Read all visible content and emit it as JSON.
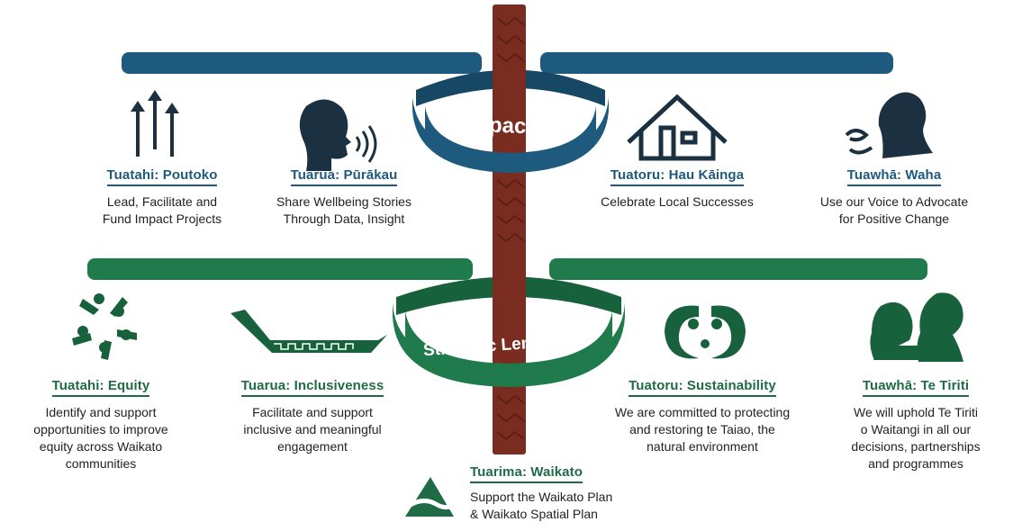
{
  "bands": {
    "impact": {
      "label": "Impact",
      "color": "#1e5a7e"
    },
    "lenses": {
      "label": "Strategic Lenses",
      "color": "#1f7a4c"
    }
  },
  "pole_color": "#7a2c20",
  "impact": [
    {
      "title": "Tuatahi: Poutoko",
      "desc1": "Lead, Facilitate and",
      "desc2": "Fund Impact Projects",
      "icon": "arrows-up-icon"
    },
    {
      "title": "Tuarua: Pūrākau",
      "desc1": "Share Wellbeing Stories",
      "desc2": "Through Data, Insight",
      "icon": "speaking-head-icon"
    },
    {
      "title": "Tuatoru: Hau Kāinga",
      "desc1": "Celebrate Local Successes",
      "desc2": "",
      "icon": "meeting-house-icon"
    },
    {
      "title": "Tuawhā: Waha",
      "desc1": "Use our Voice to Advocate",
      "desc2": "for Positive Change",
      "icon": "voice-person-icon"
    }
  ],
  "lenses": [
    {
      "title": "Tuatahi: Equity",
      "desc1": "Identify and support",
      "desc2": "opportunities to improve",
      "desc3": "equity across Waikato",
      "desc4": "communities",
      "icon": "hands-circle-icon"
    },
    {
      "title": "Tuarua: Inclusiveness",
      "desc1": "Facilitate and support",
      "desc2": "inclusive and meaningful",
      "desc3": "engagement",
      "desc4": "",
      "icon": "waka-canoe-icon"
    },
    {
      "title": "Tuatoru: Sustainability",
      "desc1": "We are committed to protecting",
      "desc2": "and restoring te Taiao, the",
      "desc3": "natural environment",
      "desc4": "",
      "icon": "koru-pattern-icon"
    },
    {
      "title": "Tuawhā: Te Tiriti",
      "desc1": "We will uphold Te Tiriti",
      "desc2": "o Waitangi in all our",
      "desc3": "decisions, partnerships",
      "desc4": "and programmes",
      "icon": "hongi-icon"
    }
  ],
  "waikato": {
    "title": "Tuarima: Waikato",
    "desc1": "Support the Waikato Plan",
    "desc2": "& Waikato Spatial Plan",
    "icon": "waikato-logo-icon"
  }
}
